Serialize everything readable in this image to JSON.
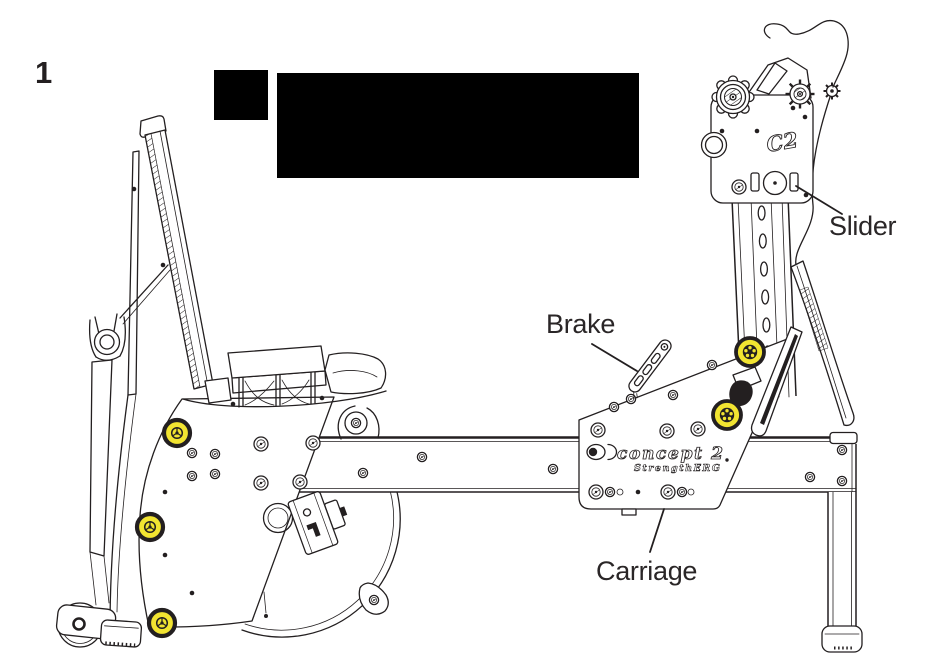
{
  "colors": {
    "ink": "#231F20",
    "paper": "#FFFFFF",
    "highlight_yellow": "#F2E431",
    "label_text": "#2A2627"
  },
  "figure": {
    "step_number": "1",
    "labels": {
      "slider": "Slider",
      "brake": "Brake",
      "carriage": "Carriage"
    },
    "branding": {
      "carriage_logo": "concept 2",
      "carriage_sublogo": "StrengthERG",
      "slider_mark": "C2"
    }
  }
}
